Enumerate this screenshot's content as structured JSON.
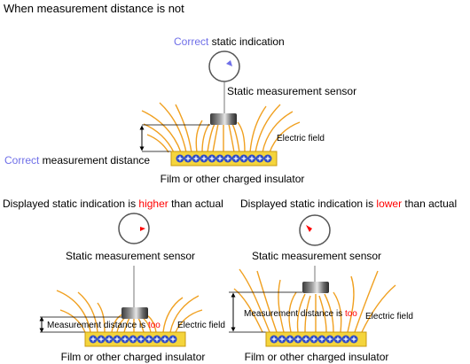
{
  "title": "When measurement distance is not",
  "top_panel": {
    "indication": {
      "accent": "Correct",
      "rest": " static indication"
    },
    "sensor_label": "Static measurement sensor",
    "field_label": "Electric field",
    "distance": {
      "accent": "Correct",
      "rest": " measurement distance"
    },
    "insulator_label": "Film or other charged insulator"
  },
  "left_panel": {
    "indication": {
      "pre": "Displayed static indication is ",
      "accent": "higher",
      "post": " than actual"
    },
    "sensor_label": "Static measurement sensor",
    "distance": {
      "pre": "Measurement distance is ",
      "accent": "too"
    },
    "field_label": "Electric field",
    "insulator_label": "Film or other charged insulator"
  },
  "right_panel": {
    "indication": {
      "pre": "Displayed static indication is ",
      "accent": "lower",
      "post": " than actual"
    },
    "sensor_label": "Static measurement sensor",
    "distance": {
      "pre": "Measurement distance is ",
      "accent": "too"
    },
    "field_label": "Electric field",
    "insulator_label": "Film or other charged insulator"
  },
  "colors": {
    "field_lines": "#f0a020",
    "correct_accent": "#6f6fe8",
    "warning_accent": "#ff0000",
    "insulator_fill": "#f4d43c",
    "insulator_border": "#c89a10",
    "charge_fill": "#2f4cc8"
  },
  "icons": [
    "gauge-dial-icon",
    "sensor-icon",
    "plus-charge-icon",
    "double-arrow-icon"
  ]
}
